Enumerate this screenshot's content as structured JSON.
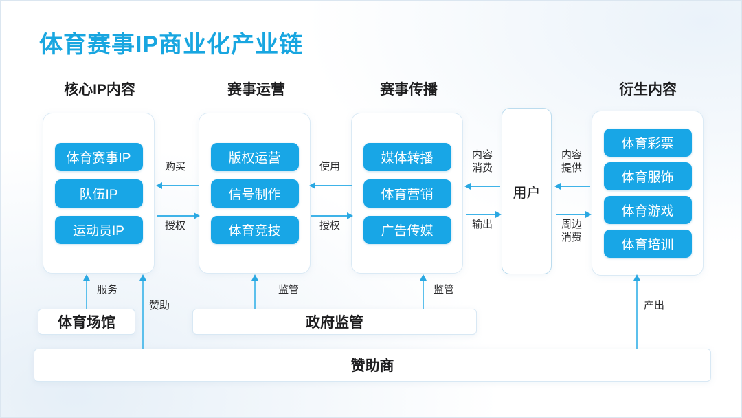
{
  "title": "体育赛事IP商业化产业链",
  "theme": {
    "accent": "#18a6e0",
    "pill": "#18a6e6",
    "arrow": "#2aa8e2",
    "card_border": "#dbeaf5",
    "page_bg": "#ffffff"
  },
  "columns": [
    {
      "header": "核心IP内容",
      "items": [
        "体育赛事IP",
        "队伍IP",
        "运动员IP"
      ]
    },
    {
      "header": "赛事运营",
      "items": [
        "版权运营",
        "信号制作",
        "体育竞技"
      ]
    },
    {
      "header": "赛事传播",
      "items": [
        "媒体转播",
        "体育营销",
        "广告传媒"
      ]
    },
    {
      "header": "衍生内容",
      "items": [
        "体育彩票",
        "体育服饰",
        "体育游戏",
        "体育培训"
      ]
    }
  ],
  "user_node": {
    "label": "用户"
  },
  "connectors": {
    "c1_top": "购买",
    "c1_bottom": "授权",
    "c2_top": "使用",
    "c2_bottom": "授权",
    "c3_top": "内容\n消费",
    "c3_bottom": "输出",
    "c4_top": "内容\n提供",
    "c4_bottom": "周边\n消费"
  },
  "vertical_labels": {
    "venue_service": "服务",
    "sponsor_support": "赞助",
    "regulate_left": "监管",
    "regulate_right": "监管",
    "derived_output": "产出"
  },
  "bottom": {
    "venue": "体育场馆",
    "government": "政府监管",
    "sponsor": "赞助商"
  }
}
